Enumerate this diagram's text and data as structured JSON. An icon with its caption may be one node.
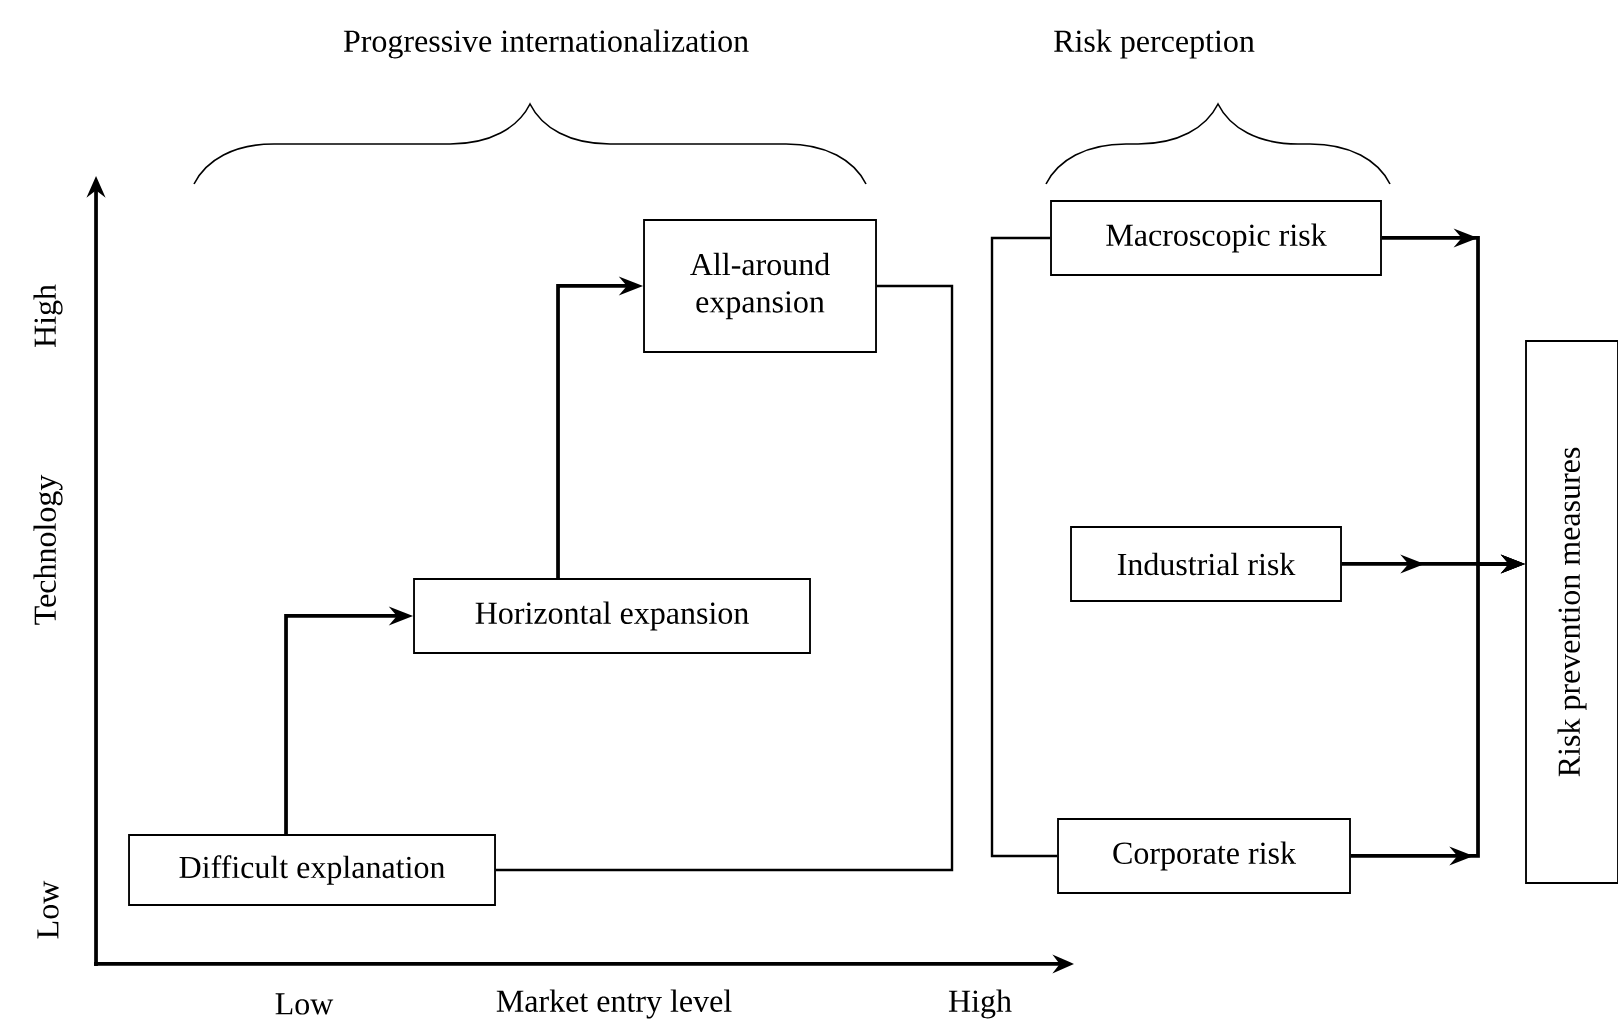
{
  "diagram": {
    "nodes": [
      {
        "text": [
          "Difficult explanation"
        ]
      },
      {
        "text": [
          "Horizontal expansion"
        ]
      },
      {
        "text": [
          "All-around expansion"
        ]
      },
      {
        "text": [
          "Macroscopic risk"
        ]
      },
      {
        "text": [
          "Industrial risk"
        ]
      },
      {
        "text": [
          "Corporate risk"
        ]
      },
      {
        "text": [
          "Risk prevention measures"
        ]
      }
    ],
    "edges": [
      {
        "from": 0,
        "to": 1,
        "arrow": "to"
      },
      {
        "from": 1,
        "to": 2,
        "arrow": "to"
      },
      {
        "from": 2,
        "to": 0,
        "arrow": "none"
      },
      {
        "from": 3,
        "to": 5,
        "arrow": "none"
      },
      {
        "from": 3,
        "to": 6,
        "arrow": "to"
      },
      {
        "from": 4,
        "to": 6,
        "arrow": "to"
      },
      {
        "from": 5,
        "to": 6,
        "arrow": "to"
      }
    ],
    "labels": [
      "Progressive internationalization",
      "Risk perception",
      "High",
      "Technology",
      "Low",
      "Low",
      "Market entry level",
      "High"
    ]
  }
}
